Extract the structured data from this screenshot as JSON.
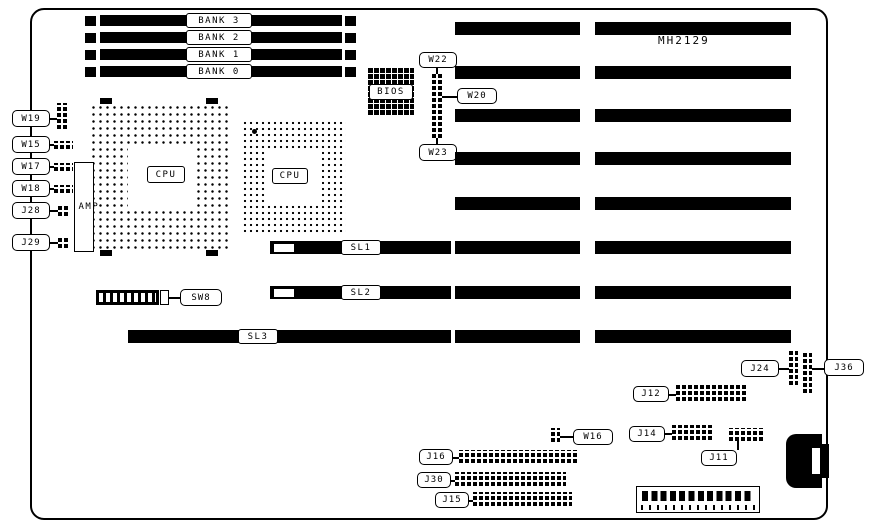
{
  "board": {
    "model": "MH2129"
  },
  "memory_banks": [
    "BANK 3",
    "BANK 2",
    "BANK 1",
    "BANK 0"
  ],
  "cpu_sockets": {
    "primary": "CPU",
    "secondary": "CPU"
  },
  "connectors": {
    "amp": "AMP"
  },
  "bios": {
    "label": "BIOS"
  },
  "slot_labels": {
    "sl1": "SL1",
    "sl2": "SL2",
    "sl3": "SL3"
  },
  "callouts": {
    "w19": "W19",
    "w15": "W15",
    "w17": "W17",
    "w18": "W18",
    "j28": "J28",
    "j29": "J29",
    "w22": "W22",
    "w20": "W20",
    "w23": "W23",
    "sw8": "SW8",
    "j24": "J24",
    "j36": "J36",
    "j12": "J12",
    "j14": "J14",
    "j11": "J11",
    "w16": "W16",
    "j16": "J16",
    "j30": "J30",
    "j15": "J15"
  },
  "colors": {
    "ink": "#000000",
    "paper": "#ffffff"
  }
}
